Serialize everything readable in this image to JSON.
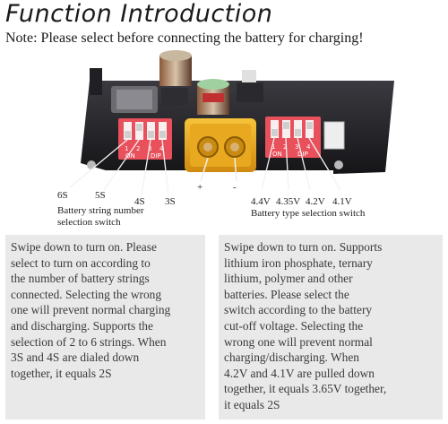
{
  "title": "Function Introduction",
  "note": "Note: Please select before connecting the battery for charging!",
  "board": {
    "left_switch": {
      "numbers": [
        "1",
        "2",
        "3",
        "4"
      ],
      "on": "ON",
      "dip": "DIP"
    },
    "right_switch": {
      "numbers": [
        "1",
        "2",
        "3",
        "4"
      ],
      "on": "ON",
      "dip": "DIP"
    },
    "plus": "+",
    "minus": "-"
  },
  "string_labels": [
    "6S",
    "5S",
    "4S",
    "3S"
  ],
  "string_caption": [
    "Battery string number",
    "selection switch"
  ],
  "voltage_labels": [
    "4.4V",
    "4.35V",
    "4.2V",
    "4.1V"
  ],
  "voltage_caption": "Battery type selection switch",
  "panels": {
    "left": [
      "Swipe down to turn on. Please",
      "select to turn on according to",
      "the number of battery strings",
      "connected. Selecting the wrong",
      "one will prevent normal charging",
      "and discharging. Supports the",
      "selection of 2 to 6 strings. When",
      "3S and 4S are dialed down",
      "together, it equals 2S"
    ],
    "right": [
      "Swipe down to turn on. Supports",
      "lithium iron phosphate, ternary",
      "lithium, polymer and other",
      "batteries. Please select the",
      "switch according to the battery",
      "cut-off voltage. Selecting the",
      "wrong one will prevent normal",
      "charging/discharging. When",
      "4.2V and 4.1V are pulled down",
      "together, it equals 3.65V together,",
      "it equals 2S"
    ]
  },
  "colors": {
    "board": "#1e1e22",
    "dip_switch": "#e8505b",
    "connector": "#f0b020",
    "panel": "#e9e9e9"
  }
}
